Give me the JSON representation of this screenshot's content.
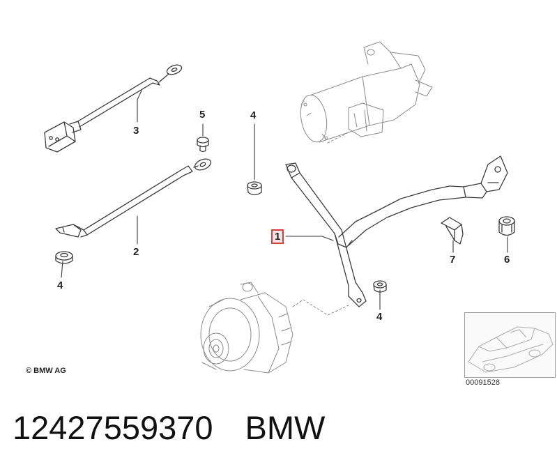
{
  "callouts": {
    "c1": "1",
    "c2": "2",
    "c3": "3",
    "c4a": "4",
    "c4b": "4",
    "c4c": "4",
    "c5": "5",
    "c6": "6",
    "c7": "7"
  },
  "copyright": "© BMW AG",
  "thumbnail_id": "00091528",
  "caption": {
    "part_number": "12427559370",
    "brand": "BMW"
  },
  "colors": {
    "line": "#3a3a3a",
    "faint": "#9a9a9a",
    "highlight_border": "#d04040",
    "highlight_fill": "#f6e3e3"
  }
}
